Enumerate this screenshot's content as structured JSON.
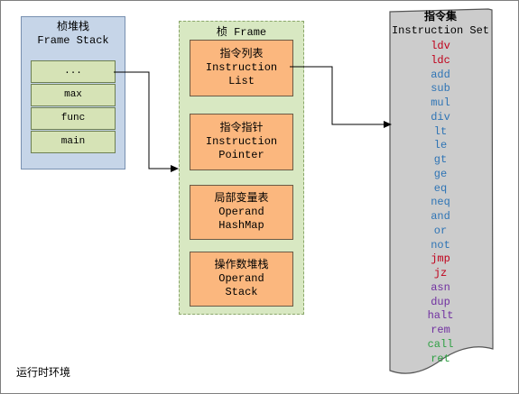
{
  "frame_stack": {
    "title_cn": "桢堆栈",
    "title_en": "Frame Stack",
    "slots": [
      "...",
      "max",
      "func",
      "main"
    ]
  },
  "frame": {
    "title": "桢 Frame",
    "components": [
      {
        "cn": "指令列表",
        "en_lines": [
          "Instruction List"
        ]
      },
      {
        "cn": "指令指针",
        "en_lines": [
          "Instruction",
          "Pointer"
        ]
      },
      {
        "cn": "局部变量表",
        "en_lines": [
          "Operand",
          "HashMap"
        ]
      },
      {
        "cn": "操作数堆栈",
        "en_lines": [
          "Operand",
          "Stack"
        ]
      }
    ]
  },
  "instruction_set": {
    "title_cn": "指令集",
    "title_en": "Instruction Set",
    "items": [
      {
        "name": "ldv",
        "color": "#c0001a"
      },
      {
        "name": "ldc",
        "color": "#c0001a"
      },
      {
        "name": "add",
        "color": "#2e74b5"
      },
      {
        "name": "sub",
        "color": "#2e74b5"
      },
      {
        "name": "mul",
        "color": "#2e74b5"
      },
      {
        "name": "div",
        "color": "#2e74b5"
      },
      {
        "name": "lt",
        "color": "#2e74b5"
      },
      {
        "name": "le",
        "color": "#2e74b5"
      },
      {
        "name": "gt",
        "color": "#2e74b5"
      },
      {
        "name": "ge",
        "color": "#2e74b5"
      },
      {
        "name": "eq",
        "color": "#2e74b5"
      },
      {
        "name": "neq",
        "color": "#2e74b5"
      },
      {
        "name": "and",
        "color": "#2e74b5"
      },
      {
        "name": "or",
        "color": "#2e74b5"
      },
      {
        "name": "not",
        "color": "#2e74b5"
      },
      {
        "name": "jmp",
        "color": "#c0001a"
      },
      {
        "name": "jz",
        "color": "#c0001a"
      },
      {
        "name": "asn",
        "color": "#7030a0"
      },
      {
        "name": "dup",
        "color": "#7030a0"
      },
      {
        "name": "halt",
        "color": "#7030a0"
      },
      {
        "name": "rem",
        "color": "#7030a0"
      },
      {
        "name": "call",
        "color": "#2ea043"
      },
      {
        "name": "ret",
        "color": "#2ea043"
      }
    ]
  },
  "footer": "运行时环境",
  "colors": {
    "stack_bg": "#c6d5e8",
    "slot_bg": "#d6e3b6",
    "frame_bg": "#d8e8c2",
    "component_bg": "#fbb77e",
    "scroll_bg": "#cccccc"
  }
}
